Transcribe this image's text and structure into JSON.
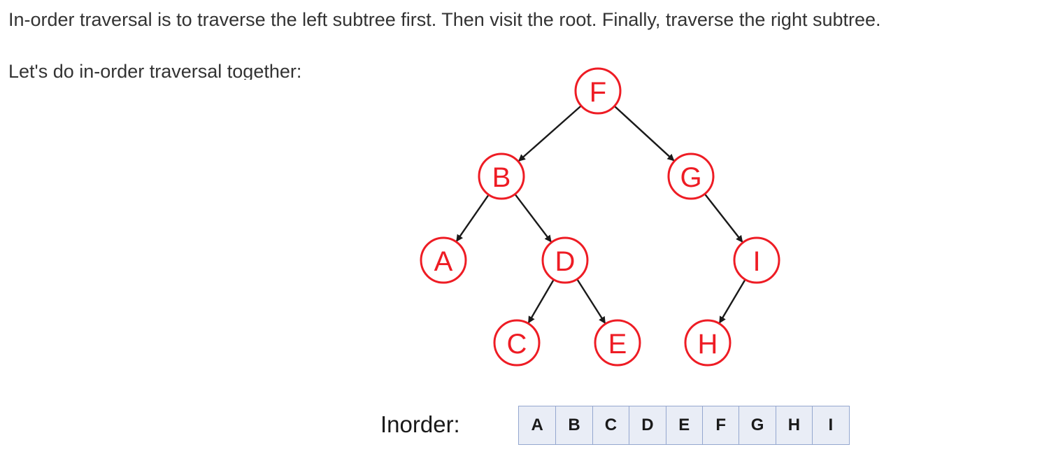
{
  "text": {
    "intro_line_1": "In-order traversal is to traverse the left subtree first. Then visit the root. Finally, traverse the right subtree.",
    "intro_line_2": "Let's do in-order traversal together:"
  },
  "tree": {
    "nodes": [
      {
        "id": "F",
        "label": "F"
      },
      {
        "id": "B",
        "label": "B"
      },
      {
        "id": "G",
        "label": "G"
      },
      {
        "id": "A",
        "label": "A"
      },
      {
        "id": "D",
        "label": "D"
      },
      {
        "id": "I",
        "label": "I"
      },
      {
        "id": "C",
        "label": "C"
      },
      {
        "id": "E",
        "label": "E"
      },
      {
        "id": "H",
        "label": "H"
      }
    ],
    "edges": [
      {
        "from": "F",
        "to": "B"
      },
      {
        "from": "F",
        "to": "G"
      },
      {
        "from": "B",
        "to": "A"
      },
      {
        "from": "B",
        "to": "D"
      },
      {
        "from": "G",
        "to": "I"
      },
      {
        "from": "D",
        "to": "C"
      },
      {
        "from": "D",
        "to": "E"
      },
      {
        "from": "I",
        "to": "H"
      }
    ],
    "colors": {
      "node_stroke": "#ee1c24",
      "node_text": "#ee1c24",
      "edge": "#1a1a1a",
      "cell_fill": "#e9edf6",
      "cell_border": "#94a7cf"
    }
  },
  "inorder": {
    "label": "Inorder:",
    "sequence": [
      "A",
      "B",
      "C",
      "D",
      "E",
      "F",
      "G",
      "H",
      "I"
    ]
  }
}
